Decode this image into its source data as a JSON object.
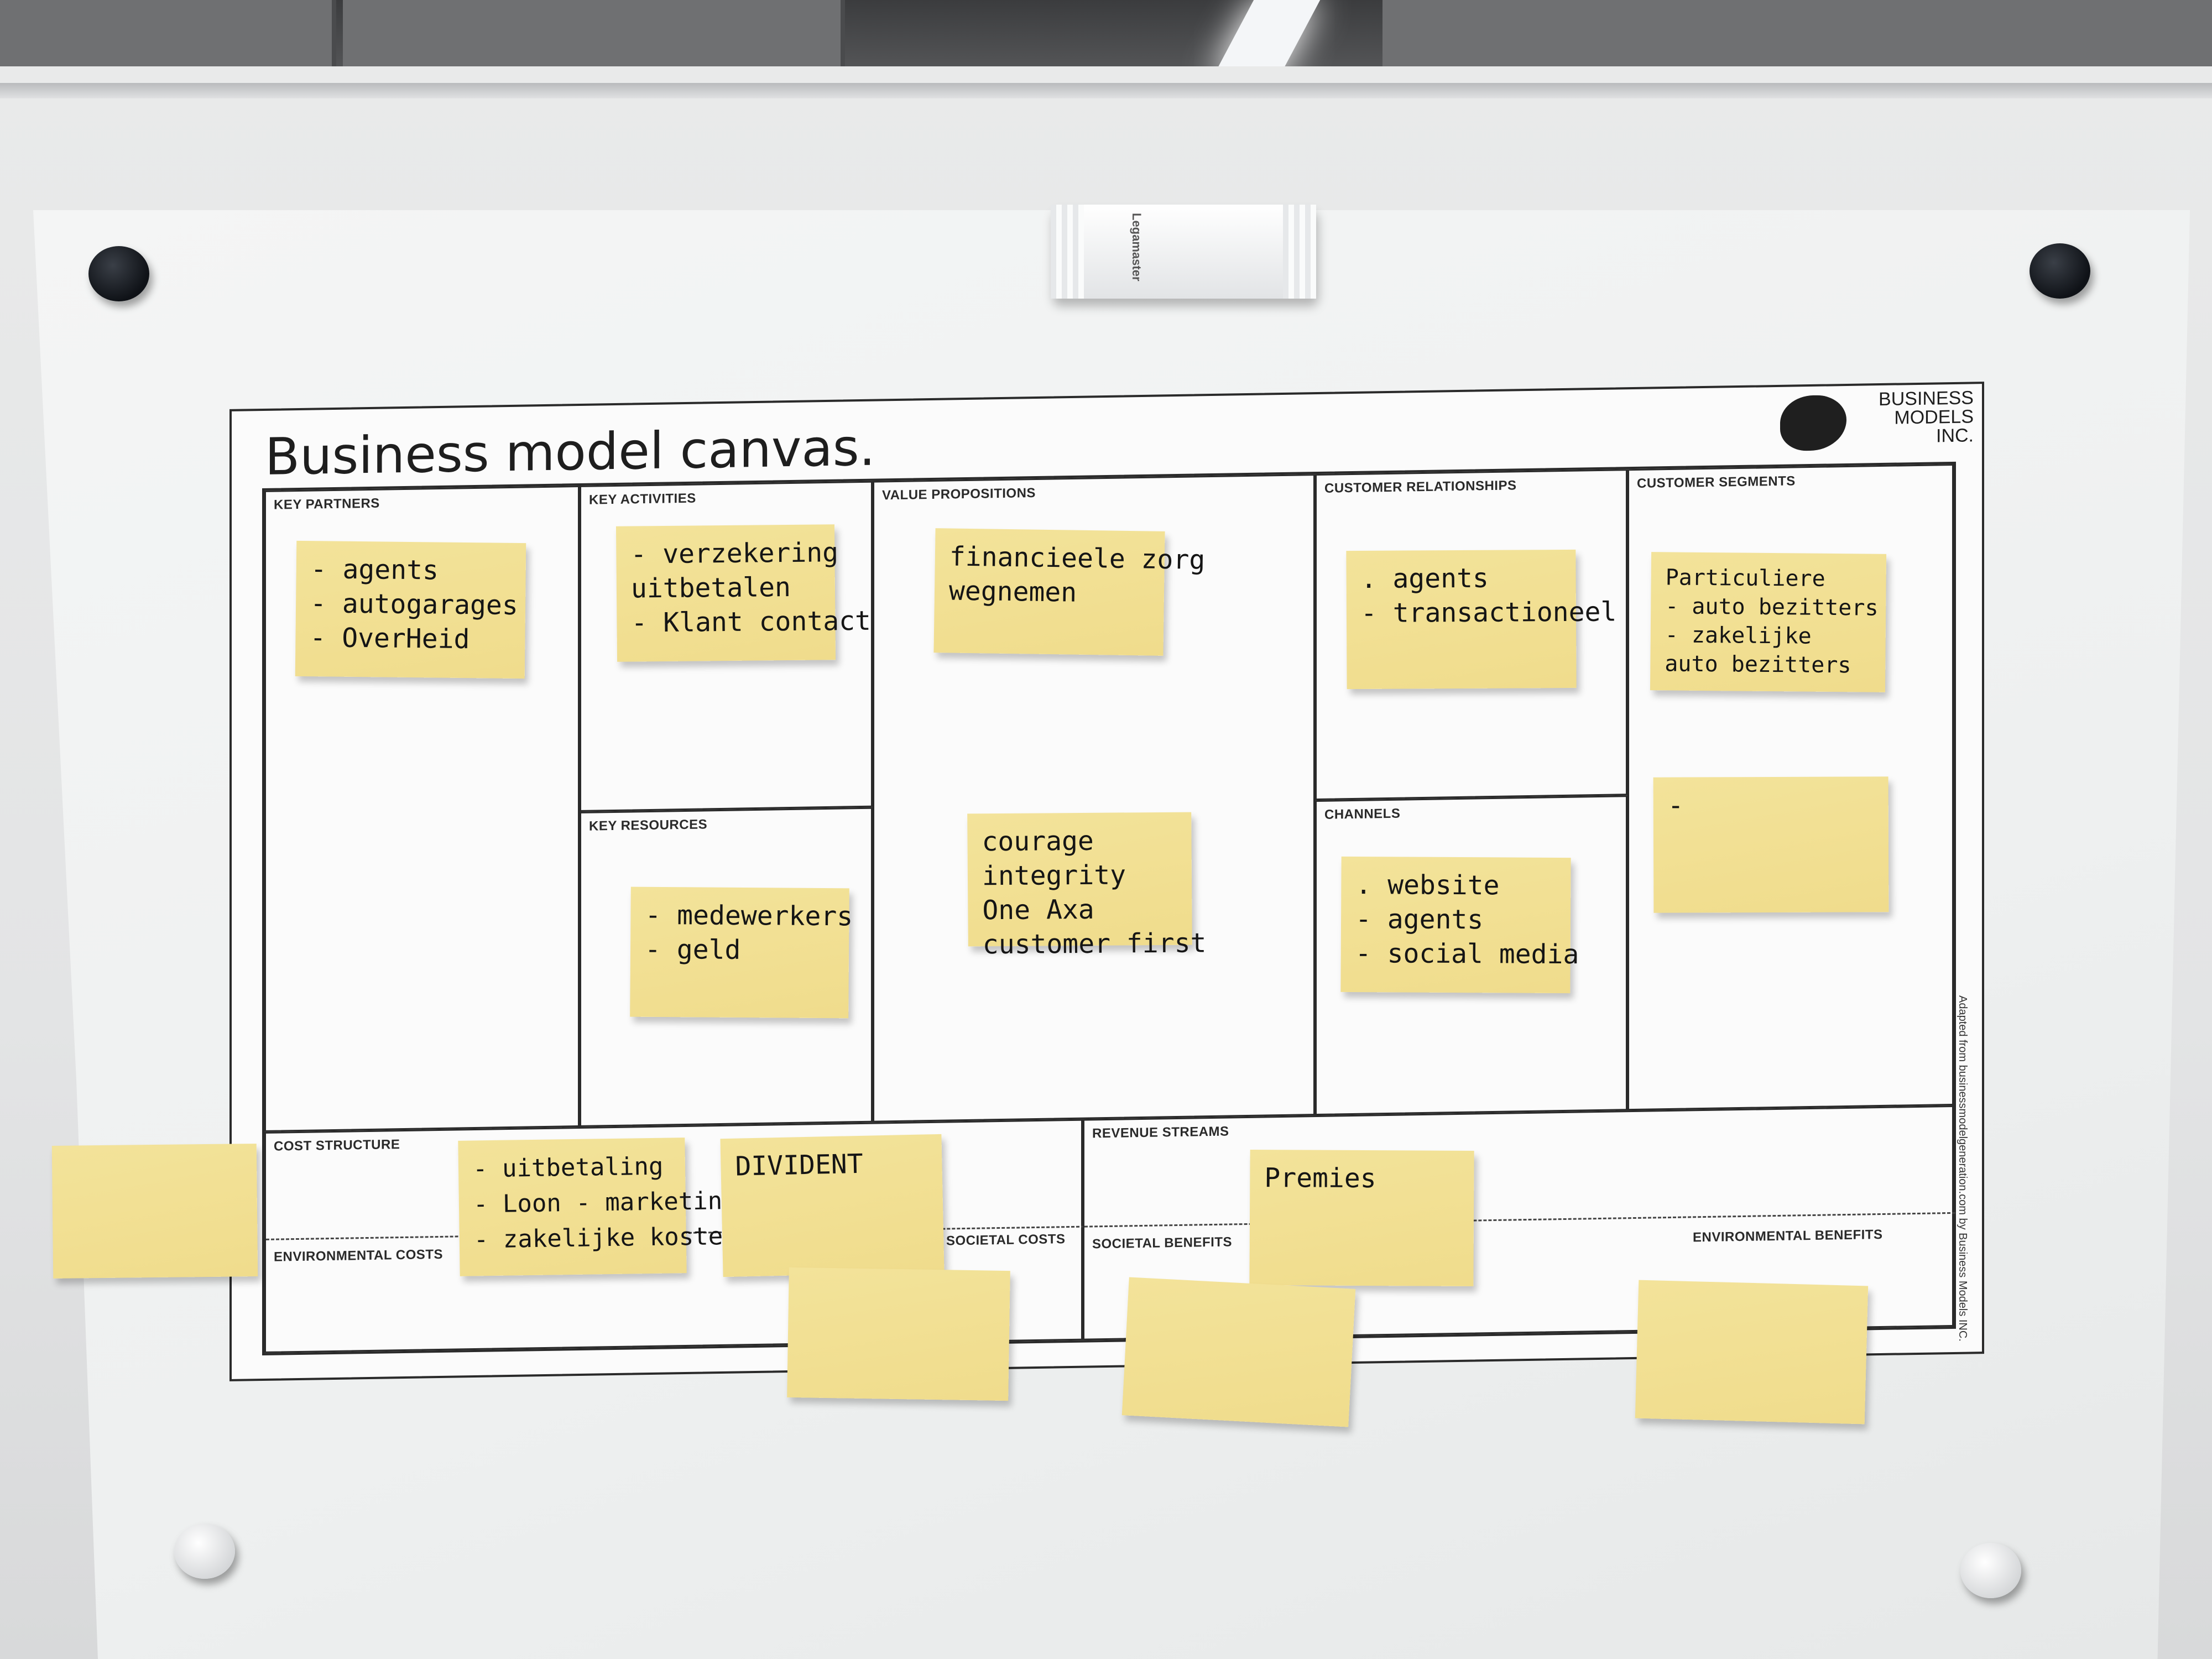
{
  "eraser_brand": "Legamaster",
  "canvas": {
    "title": "Business model canvas.",
    "logo_lines": [
      "BUSINESS",
      "MODELS",
      "INC."
    ],
    "side_note": "Adapted from businessmodelgeneration.com by Business Models INC."
  },
  "sections": {
    "key_partners": "KEY PARTNERS",
    "key_activities": "KEY ACTIVITIES",
    "key_resources": "KEY RESOURCES",
    "value_propositions": "VALUE PROPOSITIONS",
    "customer_relationships": "CUSTOMER RELATIONSHIPS",
    "channels": "CHANNELS",
    "customer_segments": "CUSTOMER SEGMENTS",
    "cost_structure": "COST STRUCTURE",
    "revenue_streams": "REVENUE STREAMS",
    "environmental_costs": "ENVIRONMENTAL COSTS",
    "societal_costs": "SOCIETAL COSTS",
    "societal_benefits": "SOCIETAL BENEFITS",
    "environmental_benefits": "ENVIRONMENTAL BENEFITS"
  },
  "notes": {
    "key_partners": [
      "- agents",
      "- autogarages",
      "- OverHeid"
    ],
    "key_activities": [
      "- verzekering",
      "  uitbetalen",
      "- Klant contact"
    ],
    "key_resources": [
      "- medewerkers",
      "- geld"
    ],
    "value_prop_1": [
      "financieele zorg",
      "wegnemen"
    ],
    "value_prop_2": [
      "courage",
      "integrity",
      "One Axa",
      "customer first"
    ],
    "customer_relationships": [
      ". agents",
      "- transactioneel"
    ],
    "channels": [
      ". website",
      "- agents",
      "- social media"
    ],
    "customer_segments_1": [
      "Particuliere",
      "- auto bezitters",
      "- zakelijke",
      "  auto bezitters"
    ],
    "customer_segments_2": [
      "-"
    ],
    "cost_structure": [
      "- uitbetaling",
      "- Loon  - marketing",
      "- zakelijke kosten"
    ],
    "cost_dividend": [
      "DIVIDENT"
    ],
    "revenue": [
      "Premies"
    ]
  }
}
